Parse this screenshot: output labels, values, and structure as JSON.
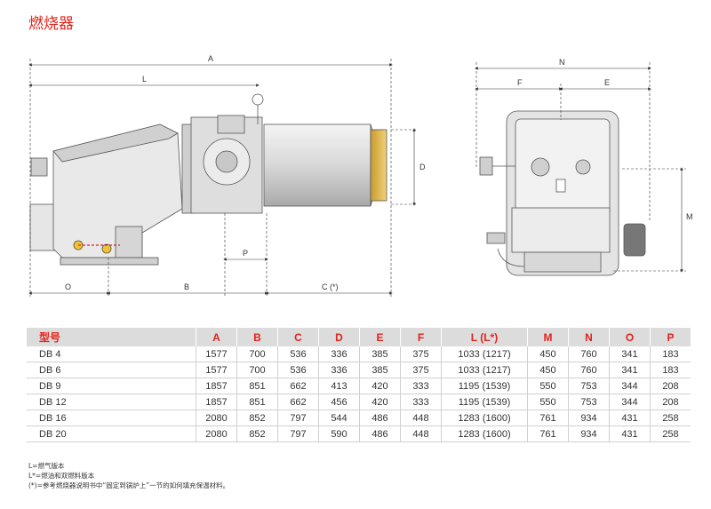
{
  "title": "燃烧器",
  "dimension_labels": {
    "A": "A",
    "L": "L",
    "D": "D",
    "P": "P",
    "O": "O",
    "B": "B",
    "C": "C (*)",
    "N": "N",
    "F": "F",
    "E": "E",
    "M": "M"
  },
  "table": {
    "headers": [
      "型号",
      "A",
      "B",
      "C",
      "D",
      "E",
      "F",
      "L (L*)",
      "M",
      "N",
      "O",
      "P"
    ],
    "rows": [
      [
        "DB 4",
        "1577",
        "700",
        "536",
        "336",
        "385",
        "375",
        "1033 (1217)",
        "450",
        "760",
        "341",
        "183"
      ],
      [
        "DB 6",
        "1577",
        "700",
        "536",
        "336",
        "385",
        "375",
        "1033 (1217)",
        "450",
        "760",
        "341",
        "183"
      ],
      [
        "DB 9",
        "1857",
        "851",
        "662",
        "413",
        "420",
        "333",
        "1195 (1539)",
        "550",
        "753",
        "344",
        "208"
      ],
      [
        "DB 12",
        "1857",
        "851",
        "662",
        "456",
        "420",
        "333",
        "1195 (1539)",
        "550",
        "753",
        "344",
        "208"
      ],
      [
        "DB 16",
        "2080",
        "852",
        "797",
        "544",
        "486",
        "448",
        "1283 (1600)",
        "761",
        "934",
        "431",
        "258"
      ],
      [
        "DB 20",
        "2080",
        "852",
        "797",
        "590",
        "486",
        "448",
        "1283 (1600)",
        "761",
        "934",
        "431",
        "258"
      ]
    ]
  },
  "notes": [
    "L=燃气版本",
    "L*=燃油和双燃料版本",
    "(*)=参考燃烧器说明书中“固定到锅炉上”一节的如何填充保温材料。"
  ],
  "colors": {
    "accent": "#e2231a",
    "header_bg": "#dcdcdc"
  }
}
